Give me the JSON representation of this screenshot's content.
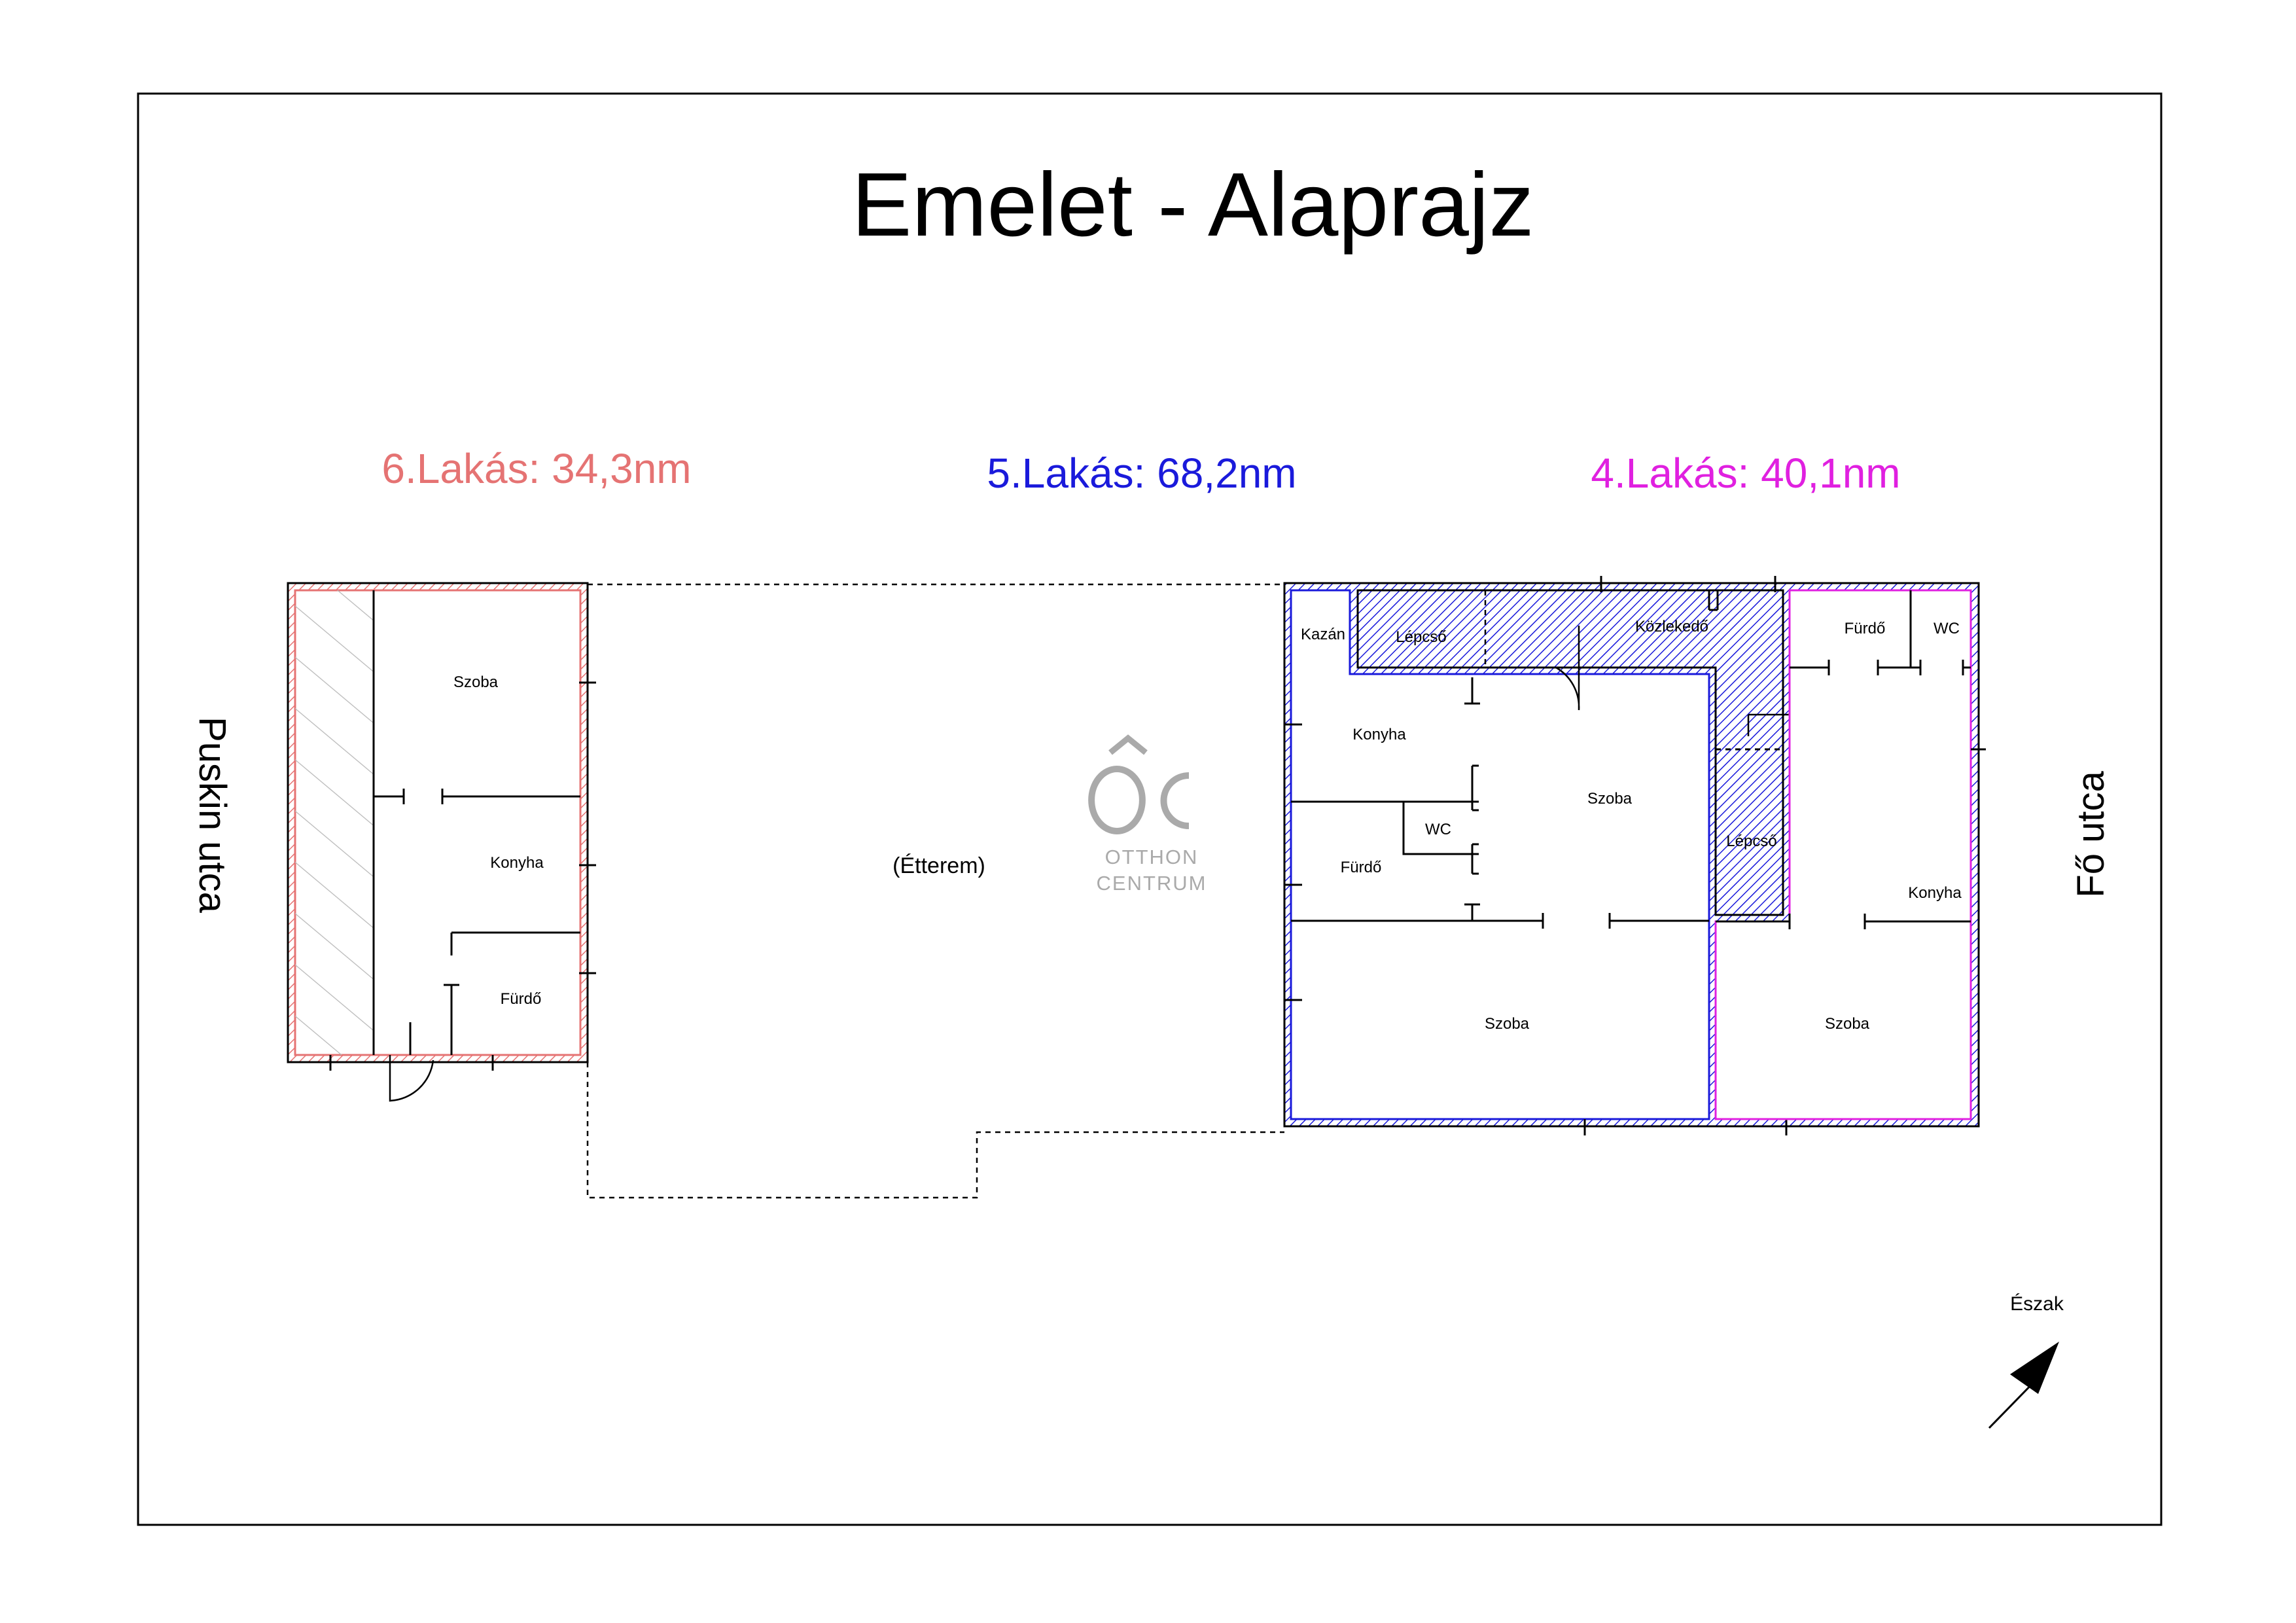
{
  "title": "Emelet - Alaprajz",
  "units": [
    {
      "label": "6.Lakás: 34,3nm",
      "color": "#e57373"
    },
    {
      "label": "5.Lakás: 68,2nm",
      "color": "#1a1adb"
    },
    {
      "label": "4.Lakás: 40,1nm",
      "color": "#e020e0"
    }
  ],
  "streets": {
    "left": "Puskin utca",
    "right": "Fő utca"
  },
  "restaurant": "(Étterem)",
  "rooms": {
    "unit6": {
      "szoba": "Szoba",
      "konyha": "Konyha",
      "furdo": "Fürdő"
    },
    "unit5": {
      "kazan": "Kazán",
      "lepcso_top": "Lépcső",
      "kozlekedo": "Közlekedő",
      "konyha": "Konyha",
      "szoba_mid": "Szoba",
      "wc": "WC",
      "furdo": "Fürdő",
      "szoba_bottom": "Szoba",
      "lepcso_right": "Lépcső"
    },
    "unit4": {
      "furdo": "Fürdő",
      "wc": "WC",
      "konyha": "Konyha",
      "szoba": "Szoba"
    }
  },
  "compass": "Észak",
  "logo": {
    "line1": "OTTHON",
    "line2": "CENTRUM",
    "color": "#aaaaaa"
  }
}
